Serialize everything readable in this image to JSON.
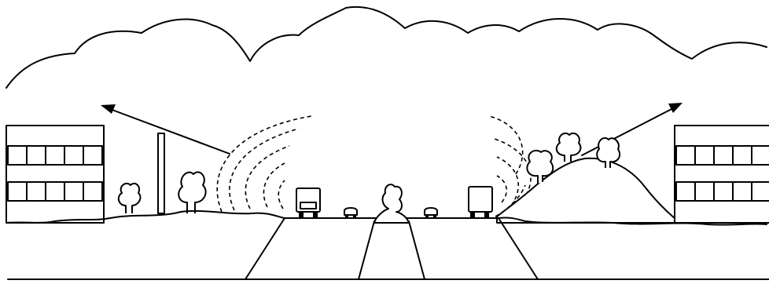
{
  "figure": {
    "ink_color": "#000000",
    "background": "#ffffff",
    "elements": {
      "sky": "cloud-outline",
      "left_side": [
        "building",
        "noise-barrier-wall",
        "trees"
      ],
      "road": [
        "truck",
        "car",
        "median-shrub",
        "car",
        "truck"
      ],
      "right_side": [
        "earth-berm-hill",
        "trees",
        "building"
      ],
      "sound": [
        "sound-waves-left",
        "sound-waves-right",
        "reflection-arrow-left",
        "reflection-arrow-right"
      ]
    }
  }
}
